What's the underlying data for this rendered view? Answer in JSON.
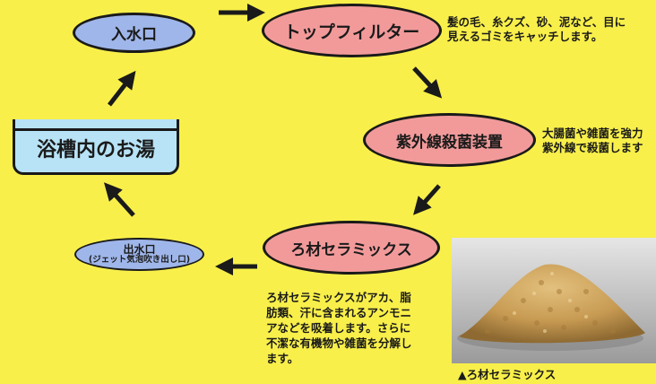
{
  "nodes": {
    "inlet": "入水口",
    "top_filter": "トップフィルター",
    "uv": "紫外線殺菌装置",
    "ceramics": "ろ材セラミックス",
    "outlet_line1": "出水口",
    "outlet_line2": "(ジェット気泡吹き出し口)",
    "tub": "浴槽内のお湯"
  },
  "descriptions": {
    "top_filter": [
      "髪の毛、糸クズ、砂、泥など、目に",
      "見えるゴミをキャッチします。"
    ],
    "uv": [
      "大腸菌や雑菌を強力",
      "紫外線で殺菌します"
    ],
    "ceramics": [
      "ろ材セラミックスがアカ、脂",
      "肪類、汗に含まれるアンモニ",
      "アなどを吸着します。さらに",
      "不潔な有機物や雑菌を分解し",
      "ます。"
    ]
  },
  "photo_caption": "▲ろ材セラミックス",
  "colors": {
    "background": "#f8ef4a",
    "pink_node": "#f29a9a",
    "blue_node": "#9fb6ea",
    "water": "#b8e3f6",
    "ceramic_beads": "#c79a52"
  }
}
